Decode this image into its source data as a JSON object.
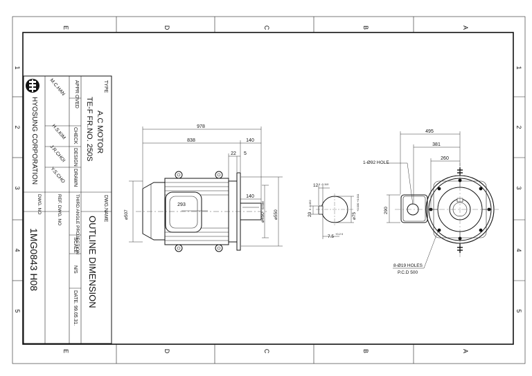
{
  "zone_letters": [
    "E",
    "D",
    "C",
    "B",
    "A"
  ],
  "row_numbers": [
    "1",
    "2",
    "3",
    "4",
    "5"
  ],
  "title_block": {
    "type_label": "TYPE",
    "type_value_1": "A.C MOTOR",
    "type_value_2": "TE-F FR.NO. 250S",
    "dwg_name_label": "DWG.NAME",
    "dwg_name_value": "OUTLINE DIMENSION",
    "company": "HYOSUNG CORPORATION",
    "dwg_no_label": "DWG. NO",
    "dwg_no_value": "1MG0843 H08",
    "roles": [
      {
        "label": "APPR OVED",
        "name": "M.C.HAN"
      },
      {
        "label": "CHECK",
        "name": "H.S.KIM"
      },
      {
        "label": "DESIGN",
        "name": "J.R.CHOI"
      },
      {
        "label": "DRAWN",
        "name": "Y.S.CHO"
      }
    ],
    "ref_dwg_label": "REF. DWG. NO",
    "projection": "THIRD ANGLE PROJECTION",
    "scale_label": "SCALE",
    "scale_value": "N/S",
    "date_label": "DATE. 99.05.31."
  },
  "dims": {
    "d978": "978",
    "d838": "838",
    "d140a": "140",
    "d22": "22",
    "d5": "5",
    "d293": "293",
    "d140b": "140",
    "d507": "⌀507",
    "d450": "⌀450",
    "d450_tol": "-0.038",
    "d550": "⌀550",
    "key_12": "12",
    "key_12_tol": "0 -0.110",
    "key_20": "20",
    "key_20_tol": "0 -0.052",
    "d75": "⌀75",
    "d75_tol": "+0.030 +0.011",
    "d7_5": "7.5",
    "d7_5_tol": "+0.2 0",
    "d495": "495",
    "d381": "381",
    "d260": "260",
    "d290": "290",
    "hole92": "1-Ø92 HOLE",
    "holes19": "8-Ø19 HOLES",
    "pcd": "P.C.D 500"
  }
}
